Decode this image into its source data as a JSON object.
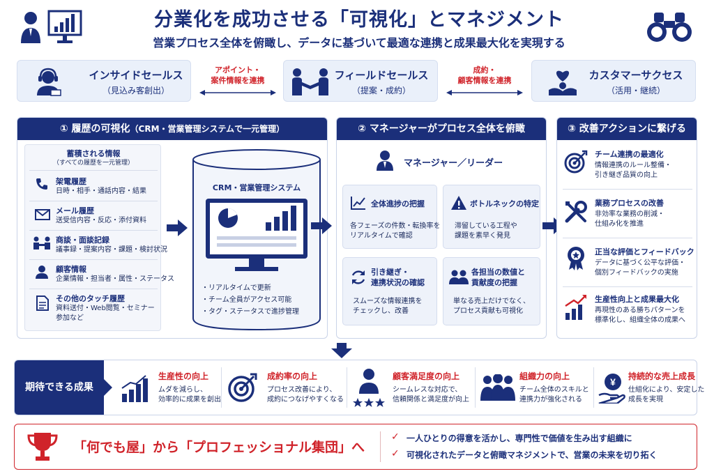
{
  "header": {
    "title": "分業化を成功させる「可視化」とマネジメント",
    "subtitle": "営業プロセス全体を俯瞰し、データに基づいて最適な連携と成果最大化を実現する"
  },
  "roles": [
    {
      "name": "インサイドセールス",
      "sub": "（見込み客創出）"
    },
    {
      "name": "フィールドセールス",
      "sub": "（提案・成約）"
    },
    {
      "name": "カスタマーサクセス",
      "sub": "（活用・継続）"
    }
  ],
  "handoffs": [
    {
      "line1": "アポイント・",
      "line2": "案件情報を連携"
    },
    {
      "line1": "成約・",
      "line2": "顧客情報を連携"
    }
  ],
  "section1": {
    "title": "① 履歴の可視化",
    "title_small": "（CRM・営業管理システムで一元管理）",
    "info_title": "蓄積される情報",
    "info_sub": "（すべての履歴を一元管理）",
    "items": [
      {
        "name": "架電履歴",
        "desc": "日時・相手・通話内容・結果"
      },
      {
        "name": "メール履歴",
        "desc": "送受信内容・反応・添付資料"
      },
      {
        "name": "商談・面談記録",
        "desc": "議事録・提案内容・課題・検討状況"
      },
      {
        "name": "顧客情報",
        "desc": "企業情報・担当者・属性・ステータス"
      },
      {
        "name": "その他のタッチ履歴",
        "desc": "資料送付・Web閲覧・セミナー",
        "desc2": "参加など"
      }
    ],
    "db_title": "CRM・営業管理システム",
    "db_points": [
      "・リアルタイムで更新",
      "・チーム全員がアクセス可能",
      "・タグ・ステータスで進捗管理"
    ]
  },
  "section2": {
    "title": "② マネージャーがプロセス全体を俯瞰",
    "manager": "マネージャー／リーダー",
    "cards": [
      {
        "title": "全体進捗の把握",
        "desc1": "各フェーズの件数・転換率を",
        "desc2": "リアルタイムで確認"
      },
      {
        "title": "ボトルネックの特定",
        "desc1": "滞留している工程や",
        "desc2": "課題を素早く発見"
      },
      {
        "title": "引き継ぎ・",
        "title2": "連携状況の確認",
        "desc1": "スムーズな情報連携を",
        "desc2": "チェックし、改善"
      },
      {
        "title": "各担当の数値と",
        "title2": "貢献度の把握",
        "desc1": "単なる売上だけでなく、",
        "desc2": "プロセス貢献も可視化"
      }
    ]
  },
  "section3": {
    "title": "③ 改善アクションに繋げる",
    "items": [
      {
        "title": "チーム連携の最適化",
        "desc1": "情報連携のルール整備・",
        "desc2": "引き継ぎ品質の向上"
      },
      {
        "title": "業務プロセスの改善",
        "desc1": "非効率な業務の削減・",
        "desc2": "仕組み化を推進"
      },
      {
        "title": "正当な評価とフィードバック",
        "desc1": "データに基づく公平な評価・",
        "desc2": "個別フィードバックの実施"
      },
      {
        "title": "生産性向上と成果最大化",
        "desc1": "再現性のある勝ちパターンを",
        "desc2": "標準化し、組織全体の成果へ"
      }
    ]
  },
  "outcomes": {
    "label": "期待できる成果",
    "items": [
      {
        "title": "生産性の向上",
        "desc1": "ムダを減らし、",
        "desc2": "効率的に成果を創出"
      },
      {
        "title": "成約率の向上",
        "desc1": "プロセス改善により、",
        "desc2": "成約につなげやすくなる"
      },
      {
        "title": "顧客満足度の向上",
        "desc1": "シームレスな対応で、",
        "desc2": "信頼関係と満足度が向上"
      },
      {
        "title": "組織力の向上",
        "desc1": "チーム全体のスキルと",
        "desc2": "連携力が強化される"
      },
      {
        "title": "持続的な売上成長",
        "desc1": "仕組化により、安定した",
        "desc2": "成長を実現"
      }
    ]
  },
  "footer": {
    "headline": "「何でも屋」から「プロフェッショナル集団」へ",
    "points": [
      "一人ひとりの得意を活かし、専門性で価値を生み出す組織に",
      "可視化されたデータと俯瞰マネジメントで、営業の未来を切り拓く"
    ]
  },
  "colors": {
    "navy": "#1b2f7a",
    "red": "#d0232a",
    "light": "#eaf0fa"
  }
}
